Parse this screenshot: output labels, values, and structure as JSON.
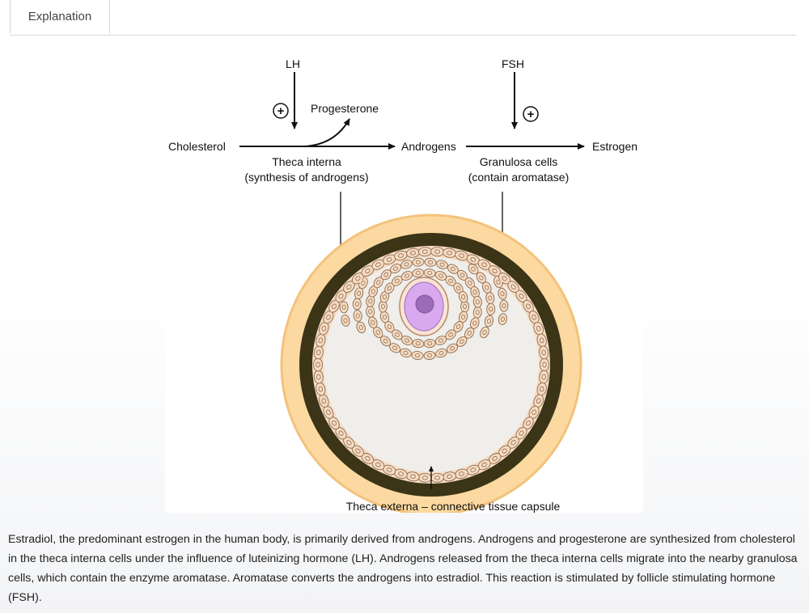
{
  "tabs": [
    {
      "label": "Explanation"
    }
  ],
  "diagram": {
    "lh": "LH",
    "fsh": "FSH",
    "plus": "+",
    "progesterone": "Progesterone",
    "cholesterol": "Cholesterol",
    "androgens": "Androgens",
    "estrogen": "Estrogen",
    "theca_interna": "Theca interna",
    "theca_interna_sub": "(synthesis of androgens)",
    "granulosa": "Granulosa cells",
    "granulosa_sub": "(contain aromatase)",
    "theca_externa": "Theca externa – connective tissue capsule"
  },
  "explanation": "Estradiol, the predominant estrogen in the human body, is primarily derived from androgens.  Androgens and progesterone are synthesized from cholesterol in the theca interna cells under the influence of luteinizing hormone (LH).  Androgens released from the theca interna cells migrate into the nearby granulosa cells, which contain the enzyme aromatase.  Aromatase converts the androgens into estradiol.  This reaction is stimulated by follicle stimulating hormone (FSH).",
  "colors": {
    "theca_externa": "#fbd59a",
    "theca_interna": "#3b3417",
    "granulosa_cell": "#f7dcc2",
    "antrum": "#efeeea",
    "oocyte": "#d8a9ef"
  }
}
